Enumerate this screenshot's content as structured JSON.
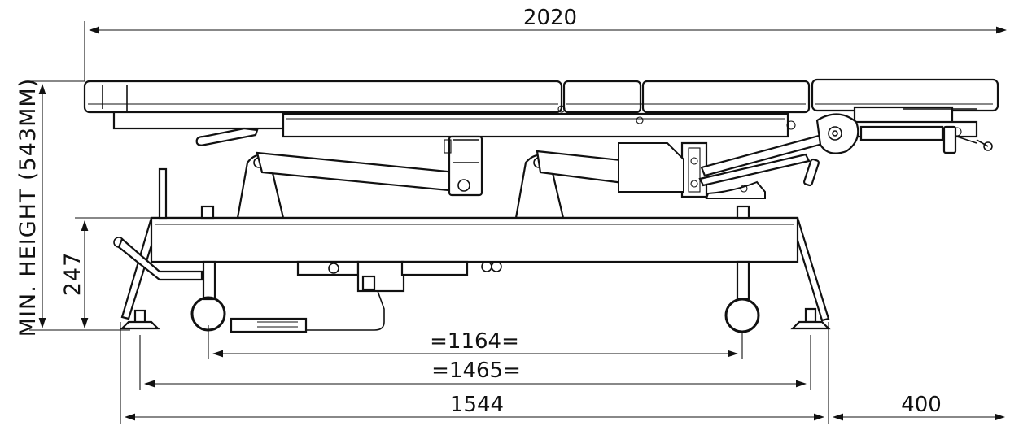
{
  "dimensions": {
    "overall_length": "2020",
    "min_height_label": "MIN. HEIGHT (543MM)",
    "base_height": "247",
    "wheel_spacing": "=1164=",
    "foot_spacing": "=1465=",
    "base_length": "1544",
    "overhang": "400"
  },
  "colors": {
    "stroke": "#111111",
    "background": "#ffffff"
  }
}
